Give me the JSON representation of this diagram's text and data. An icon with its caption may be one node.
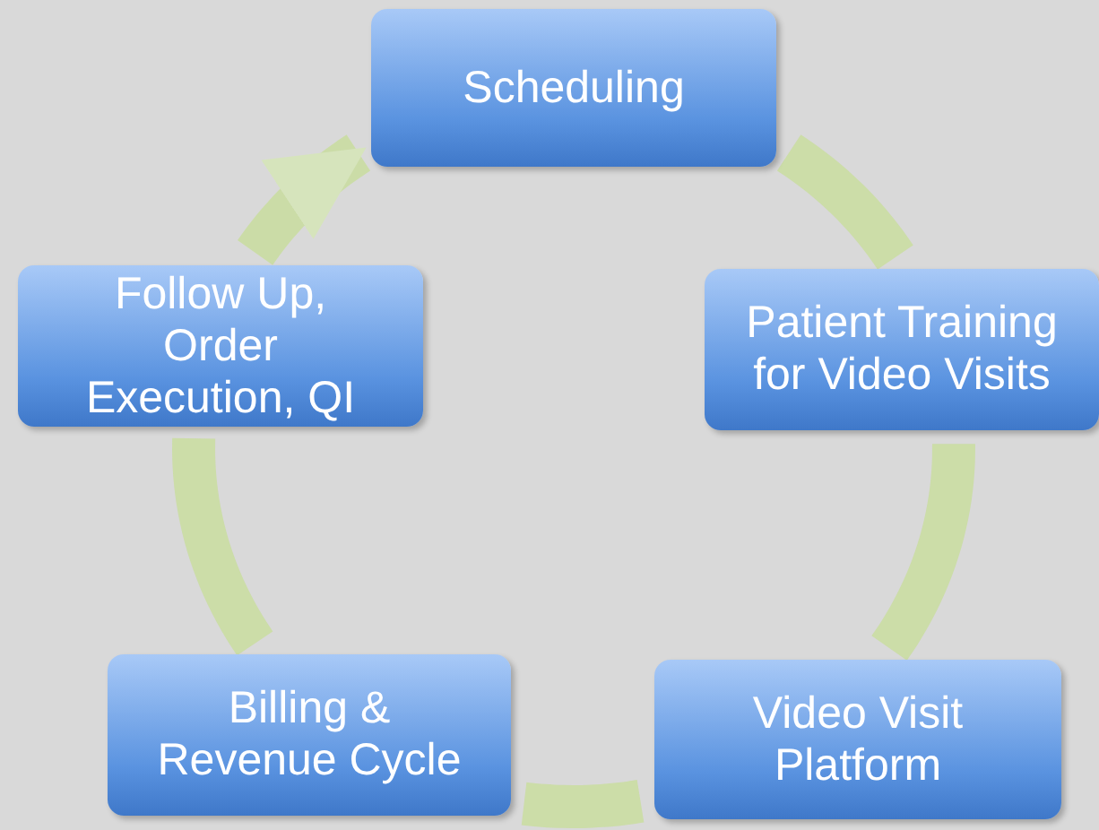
{
  "diagram": {
    "nodes": [
      {
        "text": [
          "Scheduling"
        ]
      },
      {
        "text": [
          "Patient Training for Video Visits"
        ]
      },
      {
        "text": [
          "Video Visit Platform"
        ]
      },
      {
        "text": [
          "Billing & Revenue Cycle"
        ]
      },
      {
        "text": [
          "Follow Up, Order Execution, QI"
        ]
      }
    ],
    "edges": [
      {
        "from": 0,
        "to": 1,
        "arrow": "none"
      },
      {
        "from": 1,
        "to": 2,
        "arrow": "none"
      },
      {
        "from": 2,
        "to": 3,
        "arrow": "none"
      },
      {
        "from": 3,
        "to": 4,
        "arrow": "none"
      },
      {
        "from": 4,
        "to": 0,
        "arrow": "to"
      }
    ]
  }
}
